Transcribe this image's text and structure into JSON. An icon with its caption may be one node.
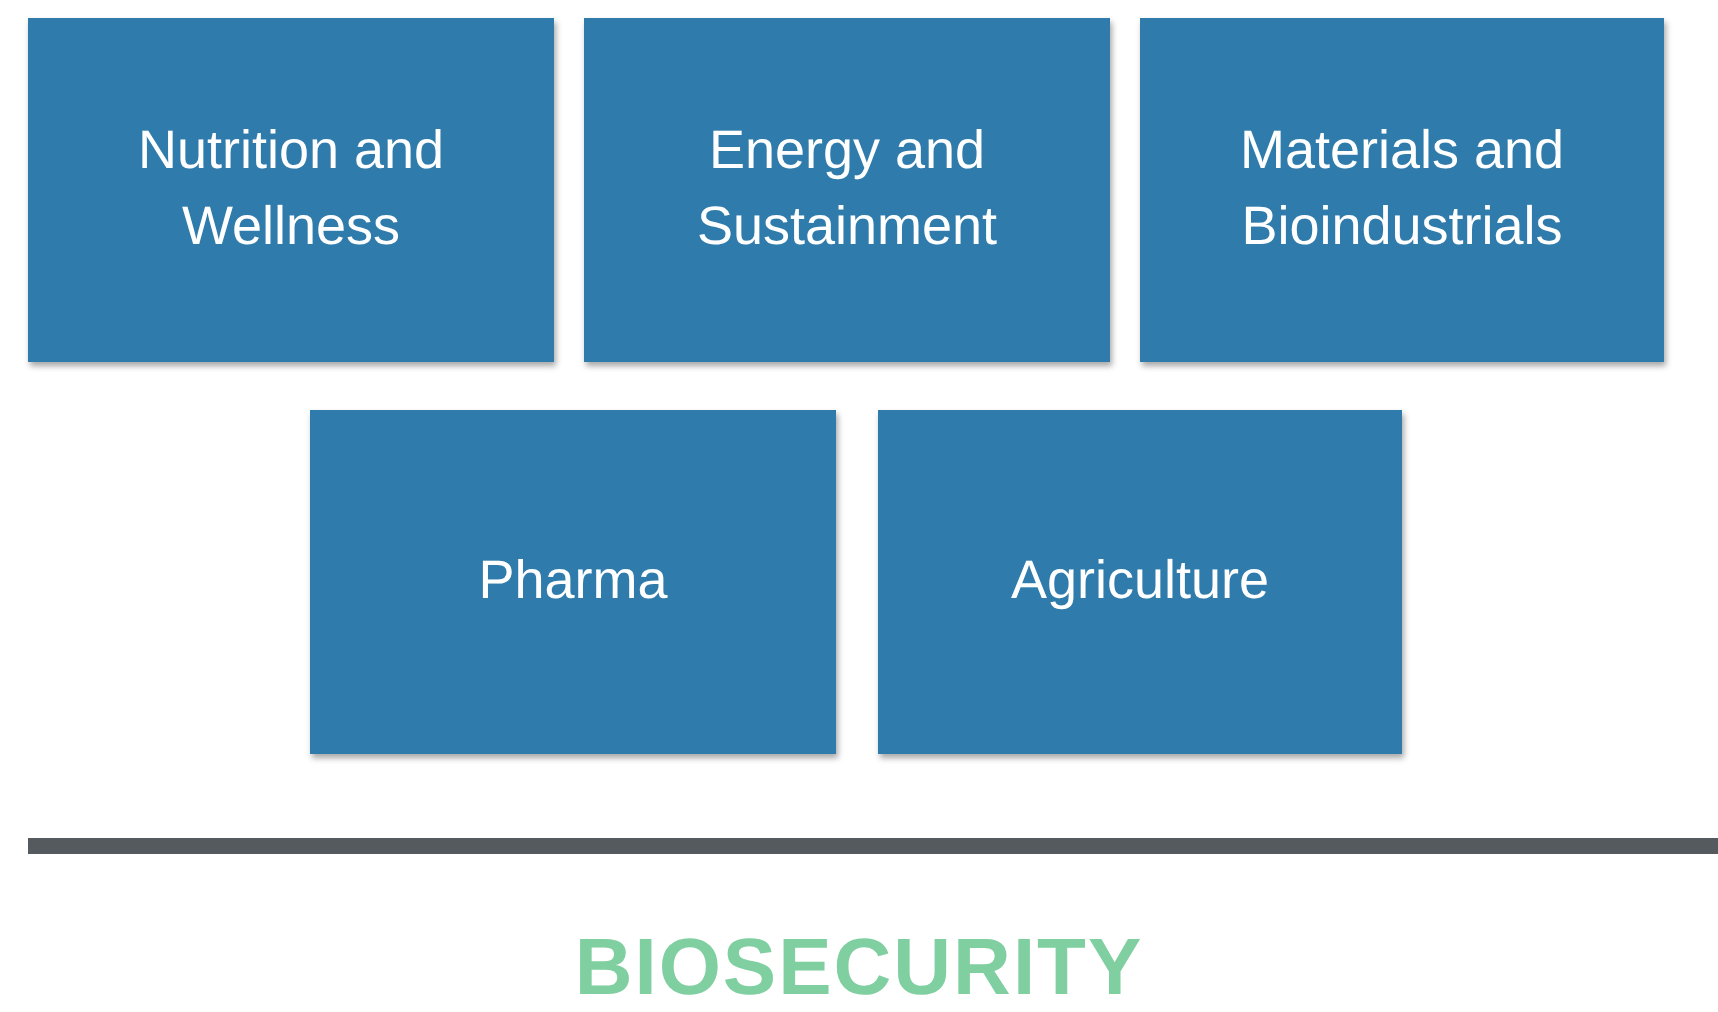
{
  "diagram": {
    "nodes": [
      {
        "text": [
          "Nutrition and Wellness"
        ]
      },
      {
        "text": [
          "Energy and Sustainment"
        ]
      },
      {
        "text": [
          "Materials and Bioindustrials"
        ]
      },
      {
        "text": [
          "Pharma"
        ]
      },
      {
        "text": [
          "Agriculture"
        ]
      }
    ],
    "labels": [
      "BIOSECURITY"
    ]
  }
}
